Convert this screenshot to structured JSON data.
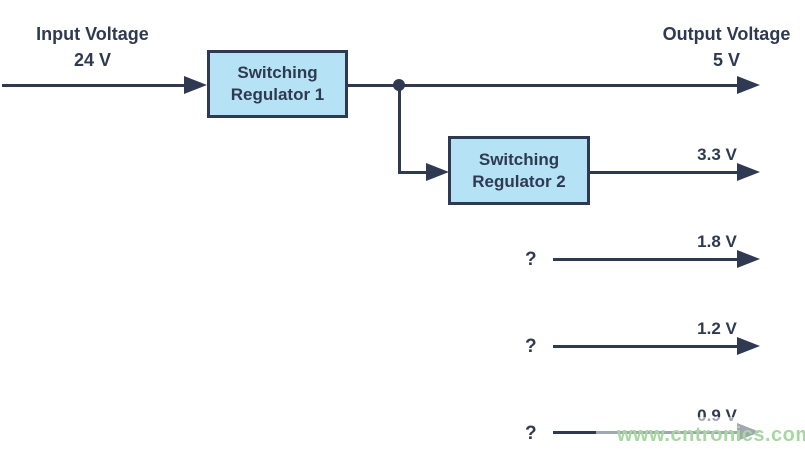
{
  "colors": {
    "line": "#2f3a52",
    "text": "#2f3a52",
    "box_fill": "#b5e2f4",
    "box_border": "#2f3a52",
    "watermark": "#a7d8a2"
  },
  "diagram": {
    "input": {
      "title": "Input Voltage",
      "value": "24 V"
    },
    "output_header": {
      "title": "Output Voltage",
      "value": "5 V"
    },
    "regulator1": {
      "line1": "Switching",
      "line2": "Regulator 1"
    },
    "regulator2": {
      "line1": "Switching",
      "line2": "Regulator 2"
    },
    "rails": [
      {
        "voltage": "3.3 V",
        "source": ""
      },
      {
        "voltage": "1.8 V",
        "source": "?"
      },
      {
        "voltage": "1.2 V",
        "source": "?"
      },
      {
        "voltage": "0.9 V",
        "source": "?"
      }
    ]
  },
  "watermark": {
    "text": "www.cntronics.com"
  }
}
